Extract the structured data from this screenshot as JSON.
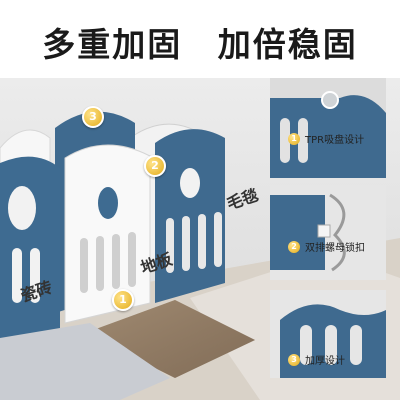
{
  "headline": {
    "part1": "多重加固",
    "part2": "加倍稳固"
  },
  "badges": [
    "1",
    "2",
    "3"
  ],
  "floor_labels": {
    "carpet": "毛毯",
    "wood": "地板",
    "tile": "瓷砖"
  },
  "features": [
    {
      "number": "1",
      "label": "TPR吸盘设计"
    },
    {
      "number": "2",
      "label": "双排螺母锁扣"
    },
    {
      "number": "3",
      "label": "加厚设计"
    }
  ],
  "colors": {
    "fence_blue": "#3f6a8f",
    "fence_white": "#f7f7f7",
    "badge_gold": "#e3ac1a"
  }
}
